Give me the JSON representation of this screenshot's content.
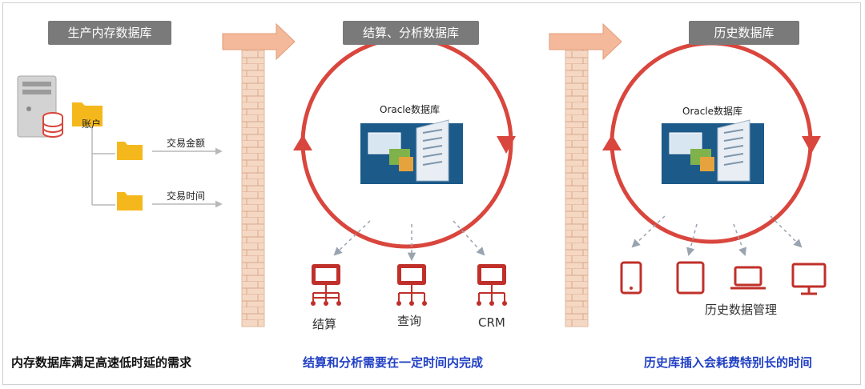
{
  "headers": {
    "production": "生产内存数据库",
    "settlement": "结算、分析数据库",
    "history": "历史数据库"
  },
  "left": {
    "account_label": "账户",
    "field_amount": "交易金额",
    "field_time": "交易时间"
  },
  "middle": {
    "db_label": "Oracle数据库",
    "clients": [
      "结算",
      "查询",
      "CRM"
    ]
  },
  "right": {
    "db_label": "Oracle数据库",
    "management_label": "历史数据管理"
  },
  "footer": {
    "left": "内存数据库满足高速低时延的需求",
    "middle": "结算和分析需要在一定时间内完成",
    "right": "历史库插入会耗费特别长的时间"
  },
  "colors": {
    "header_bg": "#7a7a7a",
    "cycle_red": "#d9463d",
    "arrow_peach": "#f3b99a",
    "server_blue": "#1c5a8a",
    "folder_yellow": "#f5b81c",
    "footer_blue": "#2140c4"
  }
}
